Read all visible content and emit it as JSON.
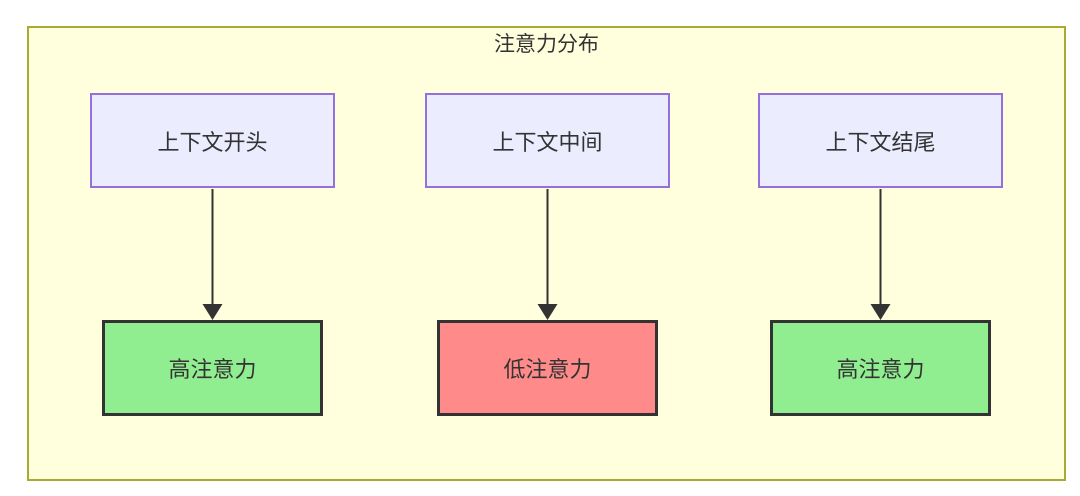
{
  "diagram": {
    "title": "注意力分布",
    "top_nodes": [
      {
        "id": "context-start",
        "label": "上下文开头"
      },
      {
        "id": "context-middle",
        "label": "上下文中间"
      },
      {
        "id": "context-end",
        "label": "上下文结尾"
      }
    ],
    "bottom_nodes": [
      {
        "id": "high-attention-1",
        "label": "高注意力",
        "type": "high"
      },
      {
        "id": "low-attention",
        "label": "低注意力",
        "type": "low"
      },
      {
        "id": "high-attention-2",
        "label": "高注意力",
        "type": "high"
      }
    ],
    "edges": [
      {
        "from": "上下文开头",
        "to": "高注意力"
      },
      {
        "from": "上下文中间",
        "to": "低注意力"
      },
      {
        "from": "上下文结尾",
        "to": "高注意力"
      }
    ],
    "colors": {
      "page_background": "#FFFFFF",
      "container_background": "#FFFFDE",
      "container_border": "#AAAA33",
      "top_node_background": "#ECECFF",
      "top_node_border": "#9370DB",
      "high_attention_background": "#90EE90",
      "low_attention_background": "#FF8A8A",
      "bottom_node_border": "#333333",
      "edge_color": "#333333",
      "text_color": "#333333"
    }
  }
}
